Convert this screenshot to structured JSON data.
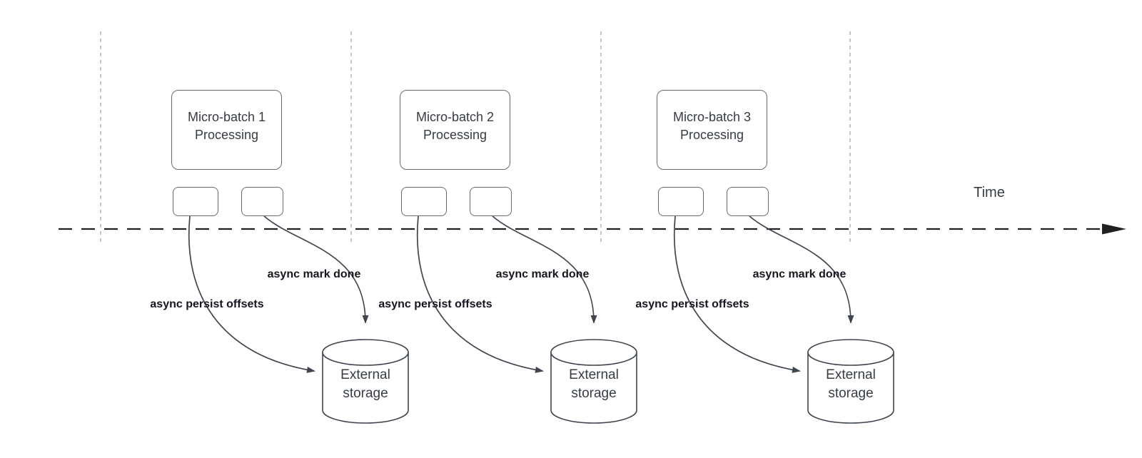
{
  "timeline": {
    "label": "Time"
  },
  "groups": [
    {
      "box_line1": "Micro-batch 1",
      "box_line2": "Processing",
      "persist_label": "async persist offsets",
      "done_label": "async mark done",
      "storage_line1": "External",
      "storage_line2": "storage"
    },
    {
      "box_line1": "Micro-batch 2",
      "box_line2": "Processing",
      "persist_label": "async persist offsets",
      "done_label": "async mark done",
      "storage_line1": "External",
      "storage_line2": "storage"
    },
    {
      "box_line1": "Micro-batch 3",
      "box_line2": "Processing",
      "persist_label": "async persist offsets",
      "done_label": "async mark done",
      "storage_line1": "External",
      "storage_line2": "storage"
    }
  ],
  "colors": {
    "background": "#ffffff",
    "curve_stroke": "#3f4650",
    "timeline_stroke": "#212121",
    "lane_divider": "#b3b3b3",
    "box_border": "#6b6b6b",
    "body_text": "#363c44",
    "flow_label_text": "#15151f"
  }
}
